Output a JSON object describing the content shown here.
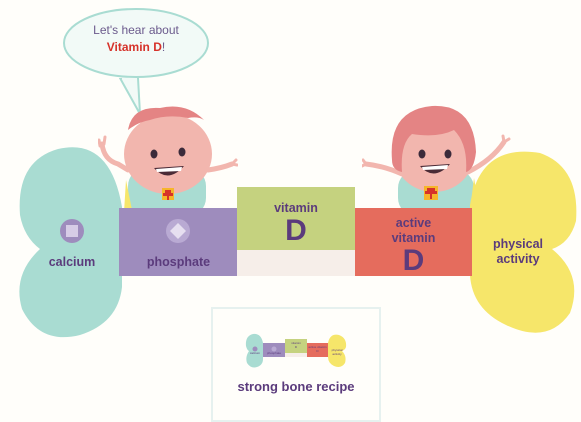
{
  "speech_bubble": {
    "line1": "Let's hear about",
    "line2": "Vitamin D",
    "line3": "!"
  },
  "bone": {
    "calcium": "calcium",
    "phosphate": "phosphate",
    "vitamin_word": "vitamin",
    "vitamin_letter": "D",
    "active_word1": "active",
    "active_word2": "vitamin",
    "active_letter": "D",
    "activity_word1": "physical",
    "activity_word2": "activity"
  },
  "recipe": {
    "title": "strong bone recipe",
    "mini_vitamin": "vitamin",
    "mini_d": "D",
    "mini_active": "active vitamin",
    "mini_d2": "D",
    "mini_activity": "physical activity",
    "mini_calcium": "calcium",
    "mini_phosphate": "phosphate"
  },
  "colors": {
    "calcium": "#a9dcd2",
    "phosphate": "#9e8cbd",
    "vitamin": "#c5d27f",
    "active_vitamin": "#e56c5d",
    "physical_activity": "#f6e66a",
    "text": "#5b3b7c",
    "highlight": "#d6322a"
  }
}
